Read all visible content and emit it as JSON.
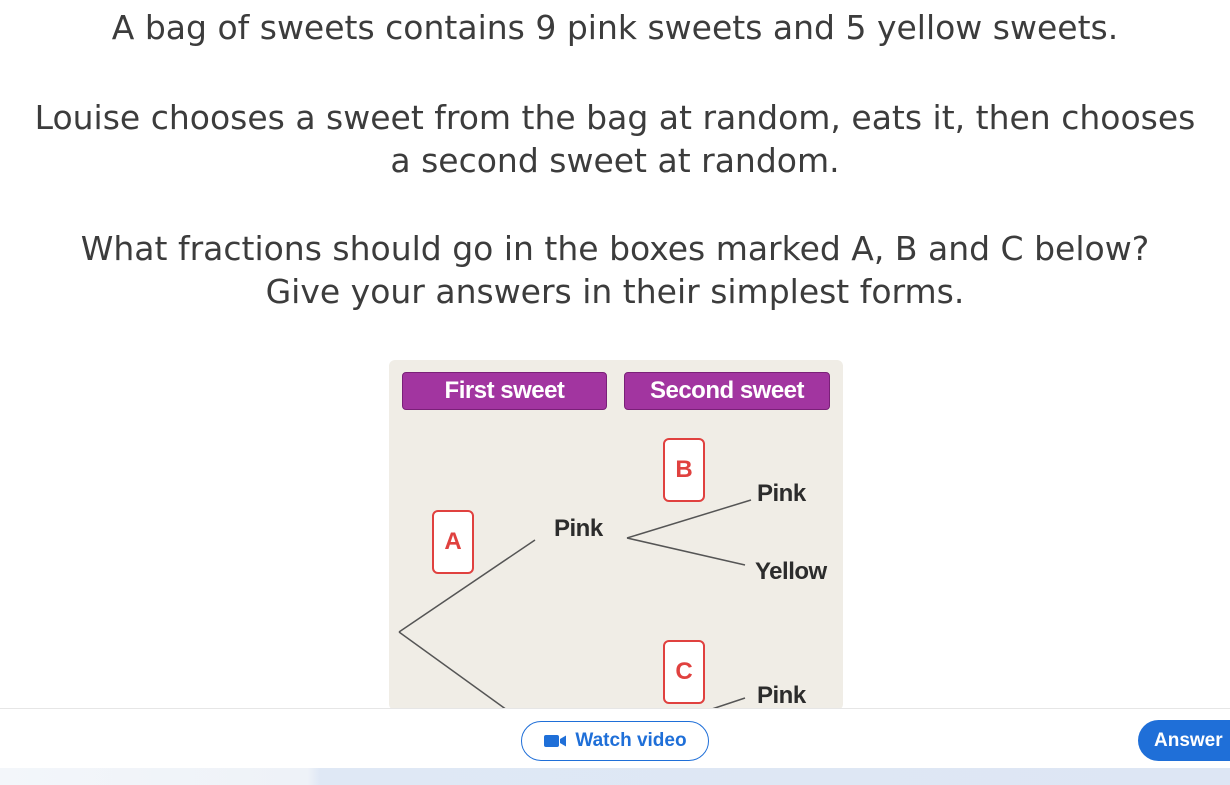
{
  "question": {
    "line1_pre": "A bag of sweets contains ",
    "line1_num1": "9",
    "line1_mid": " pink sweets and ",
    "line1_num2": "5",
    "line1_post": " yellow sweets.",
    "line2a": "Louise chooses a sweet from the bag at random, eats it, then chooses",
    "line2b": "a second sweet at random.",
    "line3a": "What fractions should go in the boxes marked A, B and C below?",
    "line3b": "Give your answers in their simplest forms."
  },
  "diagram": {
    "header_first": "First sweet",
    "header_second": "Second sweet",
    "box_a": "A",
    "box_b": "B",
    "box_c": "C",
    "branch_pink_first": "Pink",
    "branch_pink_second_top": "Pink",
    "branch_yellow_second": "Yellow",
    "branch_pink_second_bottom": "Pink"
  },
  "footer": {
    "watch_video_label": "Watch video",
    "answer_label": "Answer"
  },
  "colors": {
    "header_purple": "#a235a0",
    "box_red": "#e0413f",
    "button_blue": "#1f6fd8",
    "diagram_bg": "#f0ede6"
  },
  "icons": {
    "video": "video-camera-icon"
  }
}
